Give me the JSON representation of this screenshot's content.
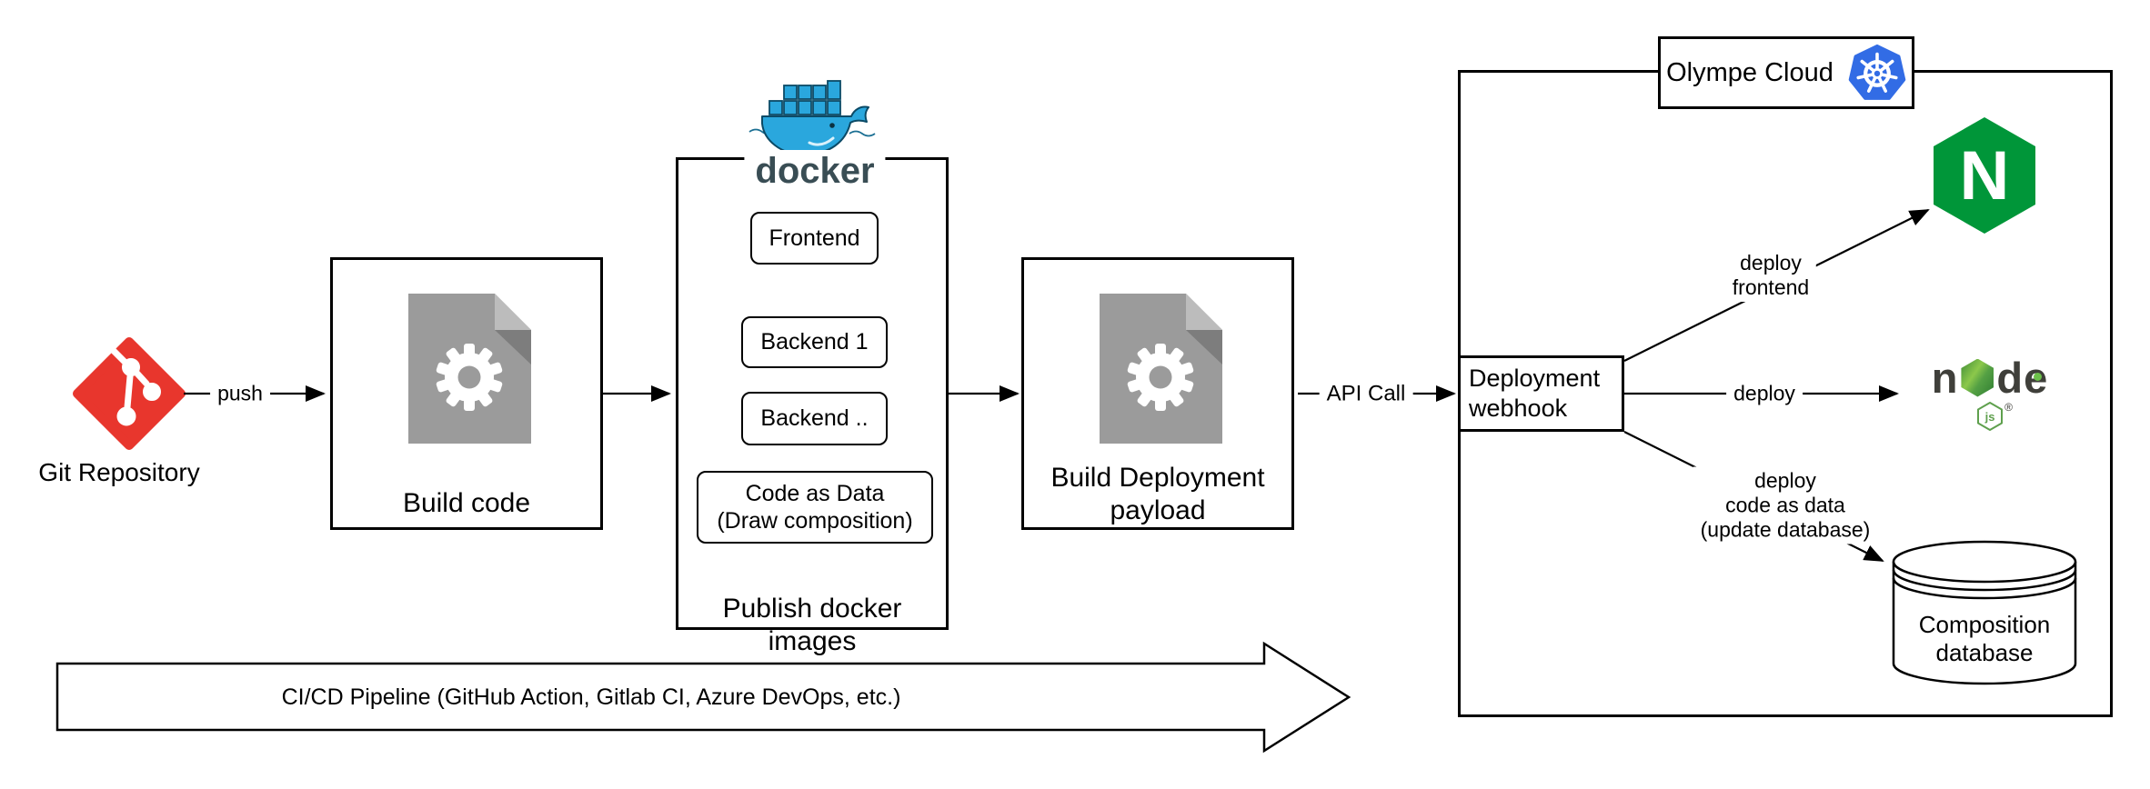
{
  "colors": {
    "git_red": "#e8362d",
    "docker_blue": "#2aa7dd",
    "docker_dark": "#394d54",
    "kubernetes_blue": "#326ce5",
    "nginx_green": "#009639",
    "node_green": "#6cc04a",
    "node_text": "#3f3f3a",
    "document_gray": "#9b9b9b",
    "line_black": "#000000"
  },
  "icons": {
    "git": "red diamond with white branch graph",
    "document_gear": "gray document with folded corner and white gear",
    "docker": "blue whale carrying containers",
    "kubernetes": "blue heptagon with white helm wheel",
    "nginx": "green hexagon with white N",
    "nodejs": "node wordmark with green hexagon and js badge",
    "database": "white cylinder"
  },
  "nodes": {
    "git": {
      "label": "Git Repository"
    },
    "build_code": {
      "label": "Build code"
    },
    "docker": {
      "wordmark": "docker",
      "label": "Publish docker images",
      "images": [
        {
          "label": "Frontend"
        },
        {
          "label": "Backend 1"
        },
        {
          "label": "Backend .."
        },
        {
          "label": "Code as Data\n(Draw composition)"
        }
      ]
    },
    "payload": {
      "label": "Build Deployment\npayload"
    }
  },
  "edges": {
    "push": "push",
    "api_call": "API Call",
    "deploy_frontend": "deploy\nfrontend",
    "deploy": "deploy",
    "deploy_code_as_data": "deploy\ncode as data\n(update database)"
  },
  "cloud": {
    "title": "Olympe Cloud",
    "webhook": "Deployment\nwebhook",
    "nginx": {
      "letter": "N"
    },
    "node": {
      "n": "n",
      "d": "d",
      "e": "e",
      "js": "js",
      "registered": "®"
    },
    "database": {
      "label": "Composition\ndatabase"
    }
  },
  "pipeline": {
    "label": "CI/CD Pipeline (GitHub Action, Gitlab CI, Azure DevOps, etc.)"
  }
}
